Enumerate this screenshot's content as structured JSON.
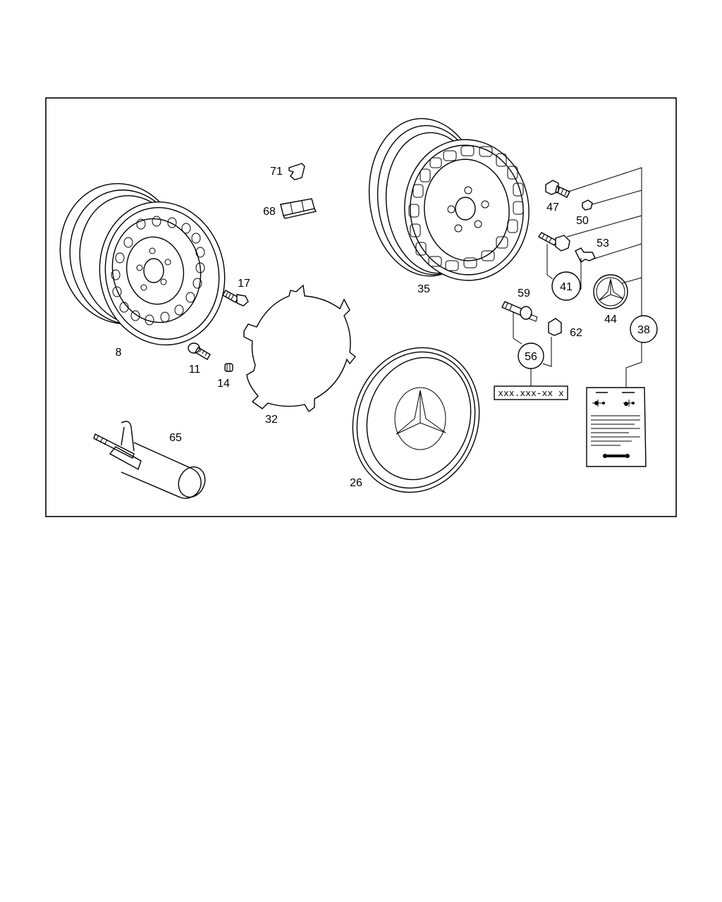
{
  "callouts": {
    "c8": "8",
    "c11": "11",
    "c14": "14",
    "c17": "17",
    "c26": "26",
    "c32": "32",
    "c35": "35",
    "c38": "38",
    "c41": "41",
    "c44": "44",
    "c47": "47",
    "c50": "50",
    "c53": "53",
    "c56": "56",
    "c59": "59",
    "c62": "62",
    "c65": "65",
    "c68": "68",
    "c71": "71"
  },
  "part_label_text": "xxx.xxx-xx x"
}
